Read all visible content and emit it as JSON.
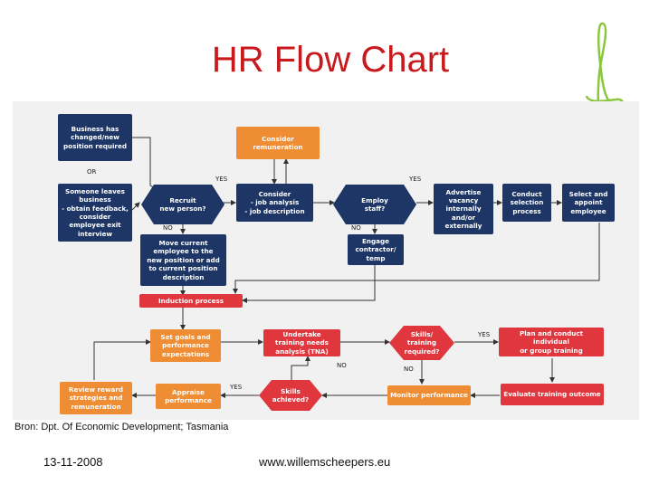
{
  "title": "HR Flow Chart",
  "source": "Bron: Dpt. Of Economic Development; Tasmania",
  "footer": {
    "date": "13-11-2008",
    "url": "www.willemscheepers.eu"
  },
  "colors": {
    "title": "#c8191d",
    "navy": "#1d3666",
    "orange": "#ee8d34",
    "red": "#e0373f",
    "logo": "#8cc63f"
  },
  "nodes": {
    "business_changed": "Business has\nchanged/new\nposition required",
    "someone_leaves": "Someone leaves\nbusiness\n- obtain feedback,\nconsider\nemployee exit\ninterview",
    "recruit": "Recruit\nnew person?",
    "move_current": "Move current\nemployee to the\nnew position or add\nto current position\ndescription",
    "consider_remuneration": "Consider\nremuneration",
    "consider_job": "Consider\n- job analysis\n- job description",
    "employ_staff": "Employ\nstaff?",
    "engage_contractor": "Engage\ncontractor/\ntemp",
    "advertise": "Advertise\nvacancy\ninternally\nand/or\nexternally",
    "conduct_selection": "Conduct\nselection\nprocess",
    "select_appoint": "Select and\nappoint\nemployee",
    "induction": "Induction process",
    "set_goals": "Set goals and\nperformance\nexpectations",
    "undertake_tna": "Undertake\ntraining needs\nanalysis (TNA)",
    "skills_required": "Skills/\ntraining\nrequired?",
    "plan_training": "Plan and conduct individual\nor group training",
    "review_reward": "Review reward\nstrategies and\nremuneration",
    "appraise": "Appraise\nperformance",
    "skills_achieved": "Skills\nachieved?",
    "monitor": "Monitor performance",
    "evaluate": "Evaluate training outcome"
  },
  "labels": {
    "or": "OR",
    "yes_recruit": "YES",
    "no_recruit": "NO",
    "yes_employ": "YES",
    "no_employ": "NO",
    "yes_skills": "YES",
    "no_skills_left": "NO",
    "no_skills_below": "NO",
    "yes_achieved": "YES"
  }
}
